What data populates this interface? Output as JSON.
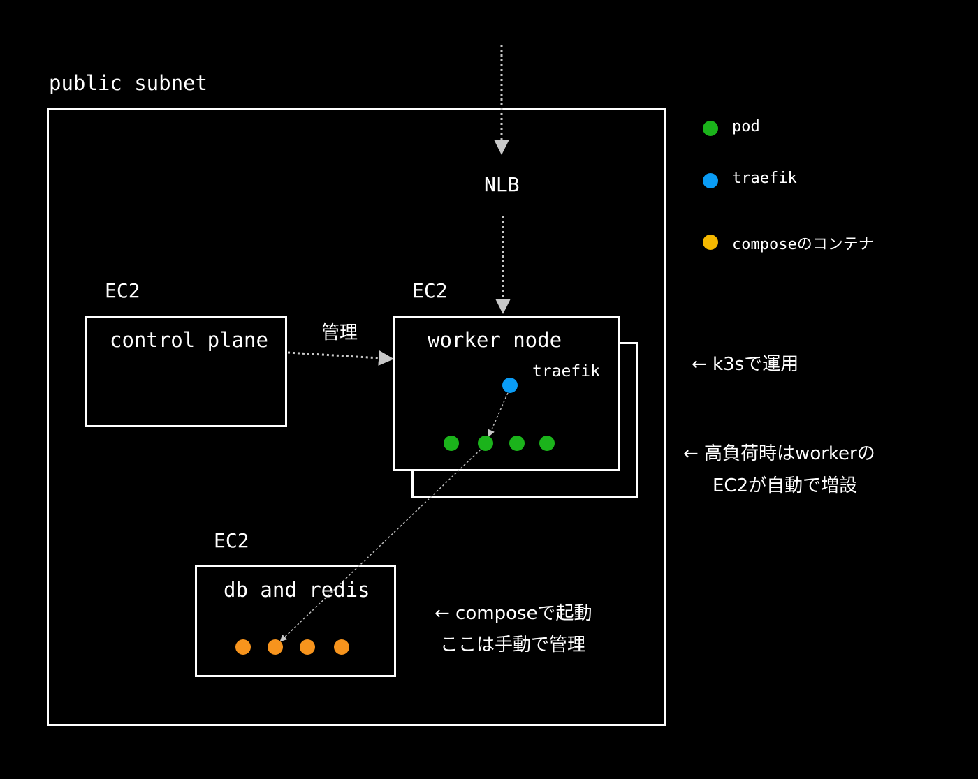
{
  "subnet": {
    "label": "public subnet"
  },
  "nlb": {
    "label": "NLB"
  },
  "control_plane": {
    "ec2_label": "EC2",
    "title": "control plane"
  },
  "worker": {
    "ec2_label": "EC2",
    "title": "worker node",
    "traefik_label": "traefik"
  },
  "db": {
    "ec2_label": "EC2",
    "title": "db and redis"
  },
  "edge_label": "管理",
  "legend": {
    "items": [
      {
        "label": "pod",
        "color": "#1bb31b"
      },
      {
        "label": "traefik",
        "color": "#0a9cf5"
      },
      {
        "label": "composeのコンテナ",
        "color": "#f5b800"
      }
    ]
  },
  "notes": {
    "k3s": "← k3sで運用",
    "scale_line1": "← 高負荷時はworkerの",
    "scale_line2": "EC2が自動で増設",
    "compose_line1": "← composeで起動",
    "compose_line2": "ここは手動で管理"
  },
  "colors": {
    "pod": "#1bb31b",
    "traefik": "#0a9cf5",
    "container": "#f7941d",
    "arrow": "#bbbbbb"
  }
}
